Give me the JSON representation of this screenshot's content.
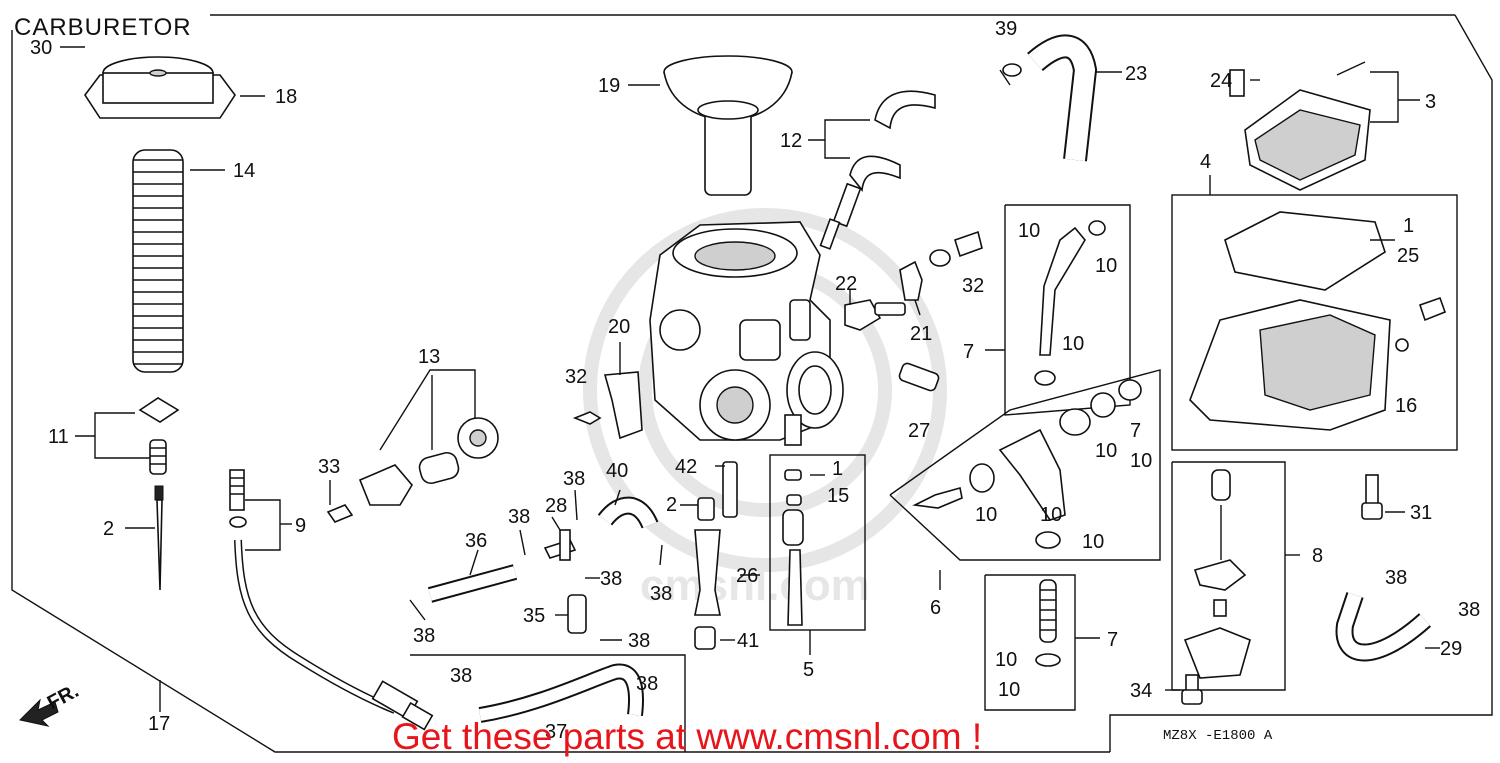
{
  "diagram": {
    "title": "CARBURETOR",
    "code": "MZ8X -E1800  A",
    "promo": "Get these parts at www.cmsnl.com !",
    "watermark_text": "cmsnl.com",
    "direction_label": "FR.",
    "labels": [
      "30",
      "18",
      "14",
      "11",
      "2",
      "17",
      "9",
      "33",
      "13",
      "19",
      "12",
      "20",
      "32",
      "22",
      "21",
      "39",
      "23",
      "24",
      "3",
      "4",
      "1",
      "25",
      "16",
      "10",
      "32",
      "7",
      "10",
      "10",
      "27",
      "42",
      "2",
      "40",
      "38",
      "28",
      "38",
      "36",
      "38",
      "38",
      "35",
      "38",
      "26",
      "41",
      "1",
      "15",
      "5",
      "6",
      "7",
      "10",
      "10",
      "10",
      "10",
      "10",
      "7",
      "10",
      "10",
      "31",
      "8",
      "38",
      "38",
      "29",
      "34",
      "37",
      "38",
      "38",
      "38"
    ]
  }
}
